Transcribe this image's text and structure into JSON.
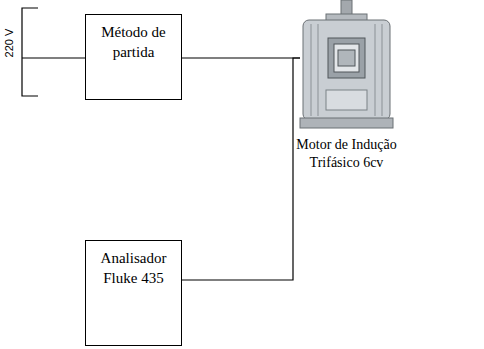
{
  "diagram": {
    "nodes": [
      {
        "text": [
          "Método de partida"
        ]
      },
      {
        "text": [
          "Motor de Indução Trifásico 6cv"
        ]
      },
      {
        "text": [
          "Analisador Fluke 435"
        ]
      }
    ],
    "edges": [
      {
        "from": 0,
        "to": 1,
        "arrow": "none"
      },
      {
        "from": 2,
        "to": 1,
        "arrow": "none"
      }
    ],
    "labels": [
      "220 V"
    ]
  }
}
